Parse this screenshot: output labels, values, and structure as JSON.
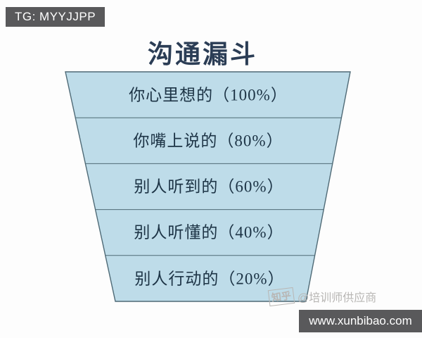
{
  "title": "沟通漏斗",
  "badge": {
    "text": "TG: MYYJJPP",
    "bg": "#59595b",
    "text_color": "#ffffff"
  },
  "funnel": {
    "fill_color": "#bedce9",
    "stroke_color": "#4f6a76",
    "text_color": "#1c3345",
    "levels": [
      {
        "label": "你心里想的",
        "percent": 100,
        "display": "你心里想的（100%）"
      },
      {
        "label": "你嘴上说的",
        "percent": 80,
        "display": "你嘴上说的（80%）"
      },
      {
        "label": "别人听到的",
        "percent": 60,
        "display": "别人听到的（60%）"
      },
      {
        "label": "别人听懂的",
        "percent": 40,
        "display": "别人听懂的（40%）"
      },
      {
        "label": "别人行动的",
        "percent": 20,
        "display": "别人行动的（20%）"
      }
    ]
  },
  "chart_data": {
    "type": "funnel",
    "title": "沟通漏斗",
    "categories": [
      "你心里想的",
      "你嘴上说的",
      "别人听到的",
      "别人听懂的",
      "别人行动的"
    ],
    "values": [
      100,
      80,
      60,
      40,
      20
    ],
    "unit": "%",
    "legend": "none",
    "orientation": "top-wide-bottom-narrow"
  },
  "watermark": {
    "logo": "知乎",
    "handle": "@培训师供应商",
    "color": "#b8b6b4"
  },
  "footer": {
    "url": "www.xunbibao.com",
    "bg": "#59595b",
    "text_color": "#ffffff"
  }
}
